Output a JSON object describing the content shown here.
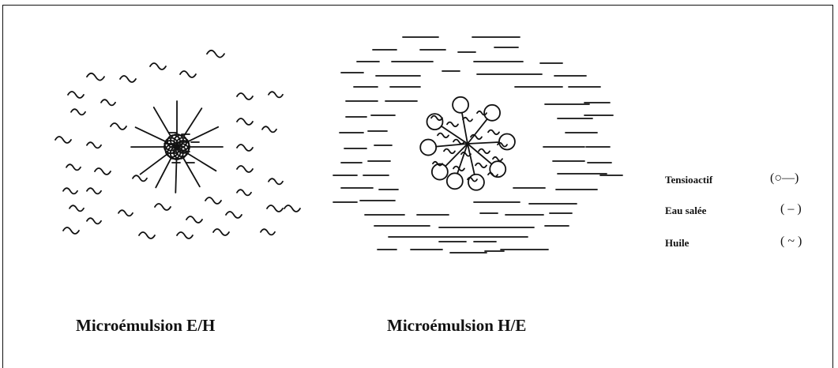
{
  "captions": {
    "left": "Microémulsion  E/H",
    "right": "Microémulsion  H/E"
  },
  "legend": [
    {
      "label": "Tensioactif",
      "symbol": "(○—)"
    },
    {
      "label": "Eau salée",
      "symbol": "( – )"
    },
    {
      "label": "Huile",
      "symbol": "( ~ )"
    }
  ]
}
